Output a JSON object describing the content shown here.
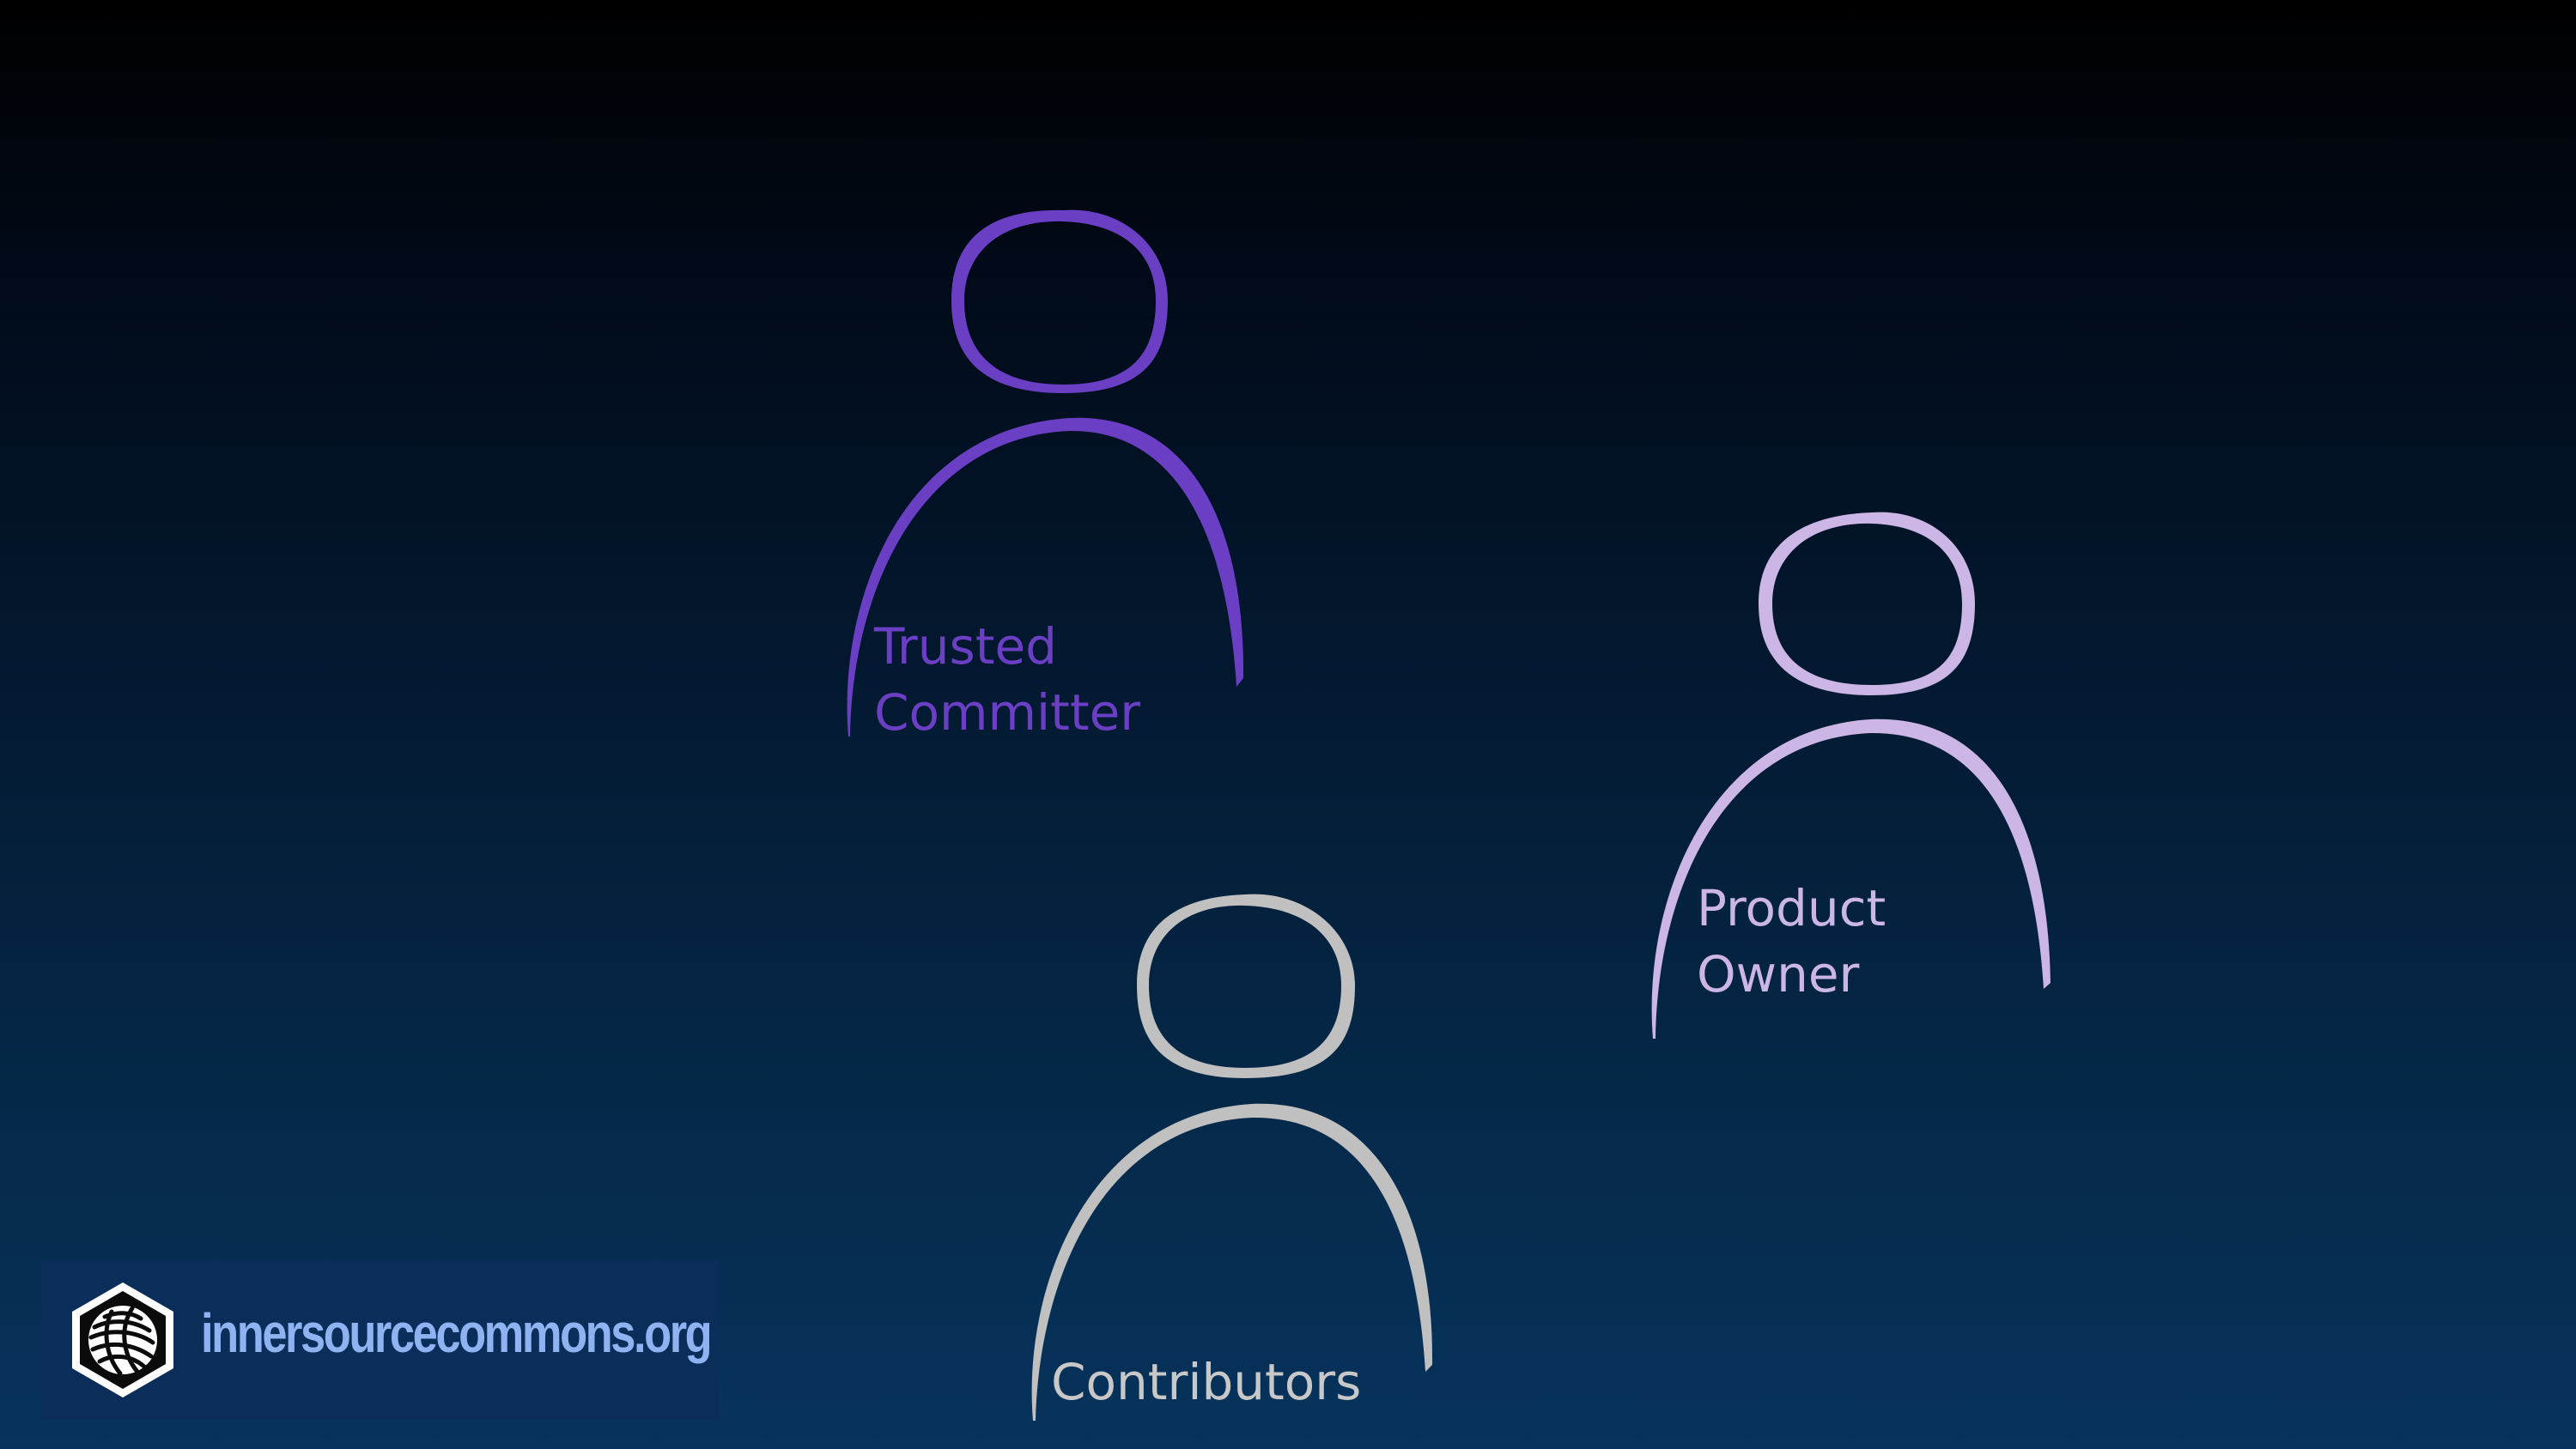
{
  "slide": {
    "personas": [
      {
        "id": "trusted-committer",
        "lines": [
          "Trusted",
          "Committer"
        ],
        "color": "#6a3fc4"
      },
      {
        "id": "product-owner",
        "lines": [
          "Product",
          "Owner"
        ],
        "color": "#cbb6e6"
      },
      {
        "id": "contributors",
        "lines": [
          "Contributors"
        ],
        "color": "#c8c8c8"
      }
    ],
    "brand": {
      "logo_icon": "innersource-hexagon-logo-icon",
      "text": "innersourcecommons.org",
      "text_color": "#8fb3f0",
      "box_color": "#0a2d5a"
    }
  }
}
